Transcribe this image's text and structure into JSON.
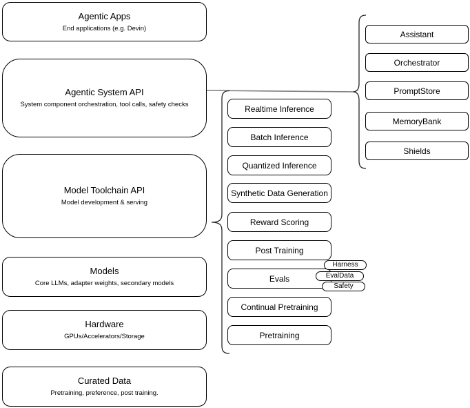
{
  "stack": [
    {
      "title": "Agentic Apps",
      "subtitle": "End applications (e.g. Devin)"
    },
    {
      "title": "Agentic System API",
      "subtitle": "System component orchestration, tool calls, safety checks"
    },
    {
      "title": "Model Toolchain API",
      "subtitle": "Model development & serving"
    },
    {
      "title": "Models",
      "subtitle": "Core LLMs, adapter weights, secondary models"
    },
    {
      "title": "Hardware",
      "subtitle": "GPUs/Accelerators/Storage"
    },
    {
      "title": "Curated Data",
      "subtitle": "Pretraining, preference, post training."
    }
  ],
  "toolchain_services": [
    "Realtime Inference",
    "Batch Inference",
    "Quantized Inference",
    "Synthetic Data Generation",
    "Reward Scoring",
    "Post Training",
    "Evals",
    "Continual Pretraining",
    "Pretraining"
  ],
  "eval_tags": [
    "Harness",
    "EvalData",
    "Safety"
  ],
  "agentic_components": [
    "Assistant",
    "Orchestrator",
    "PromptStore",
    "MemoryBank",
    "Shields"
  ],
  "colors": {
    "shape_stroke": "#000000",
    "shape_fill": "#ffffff",
    "connector": "#808080",
    "text": "#000000"
  }
}
